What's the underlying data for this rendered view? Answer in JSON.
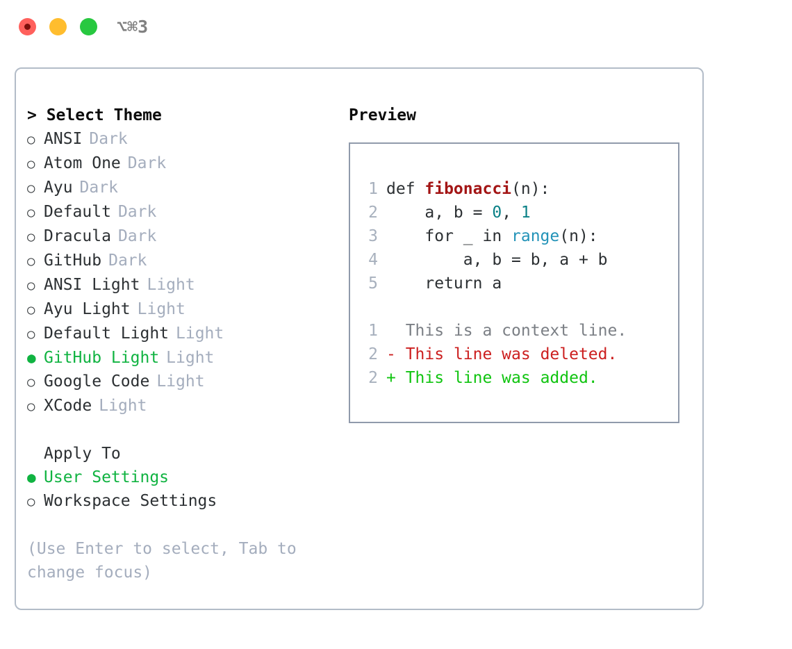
{
  "window": {
    "shortcut": "⌥⌘3",
    "traffic_lights": [
      {
        "name": "close",
        "color": "#ff605c"
      },
      {
        "name": "minimize",
        "color": "#ffbd2e"
      },
      {
        "name": "maximize",
        "color": "#28c840"
      }
    ]
  },
  "theme_picker": {
    "heading": "> Select Theme",
    "selected_bullet": "●",
    "unselected_bullet": "○",
    "items": [
      {
        "bullet": "○",
        "name": "ANSI",
        "tag": "Dark",
        "selected": false
      },
      {
        "bullet": "○",
        "name": "Atom One",
        "tag": "Dark",
        "selected": false
      },
      {
        "bullet": "○",
        "name": "Ayu",
        "tag": "Dark",
        "selected": false
      },
      {
        "bullet": "○",
        "name": "Default",
        "tag": "Dark",
        "selected": false
      },
      {
        "bullet": "○",
        "name": "Dracula",
        "tag": "Dark",
        "selected": false
      },
      {
        "bullet": "○",
        "name": "GitHub",
        "tag": "Dark",
        "selected": false
      },
      {
        "bullet": "○",
        "name": "ANSI Light",
        "tag": "Light",
        "selected": false
      },
      {
        "bullet": "○",
        "name": "Ayu Light",
        "tag": "Light",
        "selected": false
      },
      {
        "bullet": "○",
        "name": "Default Light",
        "tag": "Light",
        "selected": false
      },
      {
        "bullet": "●",
        "name": "GitHub Light",
        "tag": "Light",
        "selected": true
      },
      {
        "bullet": "○",
        "name": "Google Code",
        "tag": "Light",
        "selected": false
      },
      {
        "bullet": "○",
        "name": "XCode",
        "tag": "Light",
        "selected": false
      }
    ]
  },
  "apply_to": {
    "heading": "Apply To",
    "items": [
      {
        "bullet": "●",
        "name": "User Settings",
        "selected": true
      },
      {
        "bullet": "○",
        "name": "Workspace Settings",
        "selected": false
      }
    ]
  },
  "hint": "(Use Enter to select, Tab to change focus)",
  "preview": {
    "heading": "Preview",
    "code_lines": [
      {
        "no": "1",
        "tokens": [
          {
            "t": "def ",
            "c": "plain"
          },
          {
            "t": "fibonacci",
            "c": "fn"
          },
          {
            "t": "(n):",
            "c": "plain"
          }
        ]
      },
      {
        "no": "2",
        "tokens": [
          {
            "t": "    a, b = ",
            "c": "plain"
          },
          {
            "t": "0",
            "c": "num"
          },
          {
            "t": ", ",
            "c": "plain"
          },
          {
            "t": "1",
            "c": "num"
          }
        ]
      },
      {
        "no": "3",
        "tokens": [
          {
            "t": "    for _ in ",
            "c": "plain"
          },
          {
            "t": "range",
            "c": "call"
          },
          {
            "t": "(n):",
            "c": "plain"
          }
        ]
      },
      {
        "no": "4",
        "tokens": [
          {
            "t": "        a, b = b, a + b",
            "c": "plain"
          }
        ]
      },
      {
        "no": "5",
        "tokens": [
          {
            "t": "    return a",
            "c": "plain"
          }
        ]
      }
    ],
    "diff_lines": [
      {
        "no": "1",
        "marker": "  ",
        "text": "This is a context line.",
        "kind": "ctx"
      },
      {
        "no": "2",
        "marker": "- ",
        "text": "This line was deleted.",
        "kind": "del"
      },
      {
        "no": "2",
        "marker": "+ ",
        "text": "This line was added.",
        "kind": "add"
      }
    ]
  },
  "colors": {
    "accent_green": "#10b341",
    "diff_added": "#10c410",
    "diff_deleted": "#cc1f1f",
    "muted": "#a4adbd",
    "border": "#b3bcc8",
    "preview_border": "#909aab",
    "function_name": "#a31515",
    "number": "#0b8187",
    "builtin": "#2393b8"
  }
}
